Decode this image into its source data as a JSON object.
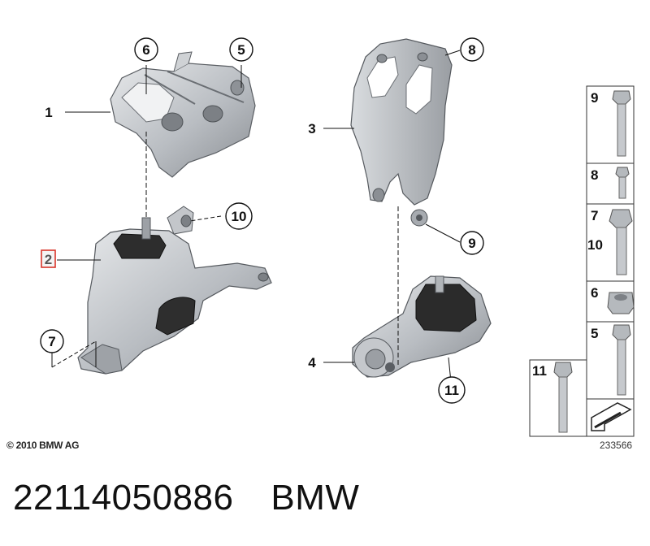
{
  "callouts": {
    "c1": "1",
    "c2": "2",
    "c3": "3",
    "c4": "4",
    "c5": "5",
    "c6": "6",
    "c7": "7",
    "c8": "8",
    "c9": "9",
    "c10": "10",
    "c11": "11"
  },
  "parts_panel": {
    "right_column": [
      "9",
      "8",
      "7",
      "10",
      "6",
      "5"
    ],
    "left_column": [
      "11"
    ]
  },
  "copyright": "© 2010 BMW AG",
  "diagram_ref": "233566",
  "footer": {
    "part_number": "22114050886",
    "brand": "BMW"
  },
  "colors": {
    "part_light": "#c9ccd0",
    "part_mid": "#a9adb2",
    "part_dark": "#6f7378",
    "rubber": "#2b2b2b",
    "selected_callout": "#d9362b"
  }
}
